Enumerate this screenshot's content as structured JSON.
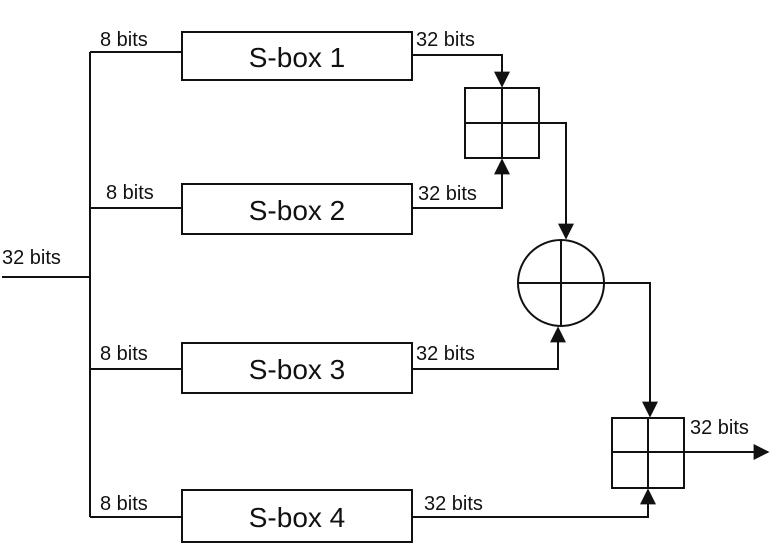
{
  "diagram": {
    "input_label": "32 bits",
    "output_label": "32 bits",
    "sboxes": [
      {
        "label": "S-box 1",
        "in_label": "8 bits",
        "out_label": "32 bits"
      },
      {
        "label": "S-box 2",
        "in_label": "8 bits",
        "out_label": "32 bits"
      },
      {
        "label": "S-box 3",
        "in_label": "8 bits",
        "out_label": "32 bits"
      },
      {
        "label": "S-box 4",
        "in_label": "8 bits",
        "out_label": "32 bits"
      }
    ],
    "operations": [
      {
        "kind": "modular-addition",
        "icon": "boxed-plus-icon"
      },
      {
        "kind": "xor",
        "icon": "circled-plus-icon"
      },
      {
        "kind": "modular-addition",
        "icon": "boxed-plus-icon"
      }
    ]
  }
}
